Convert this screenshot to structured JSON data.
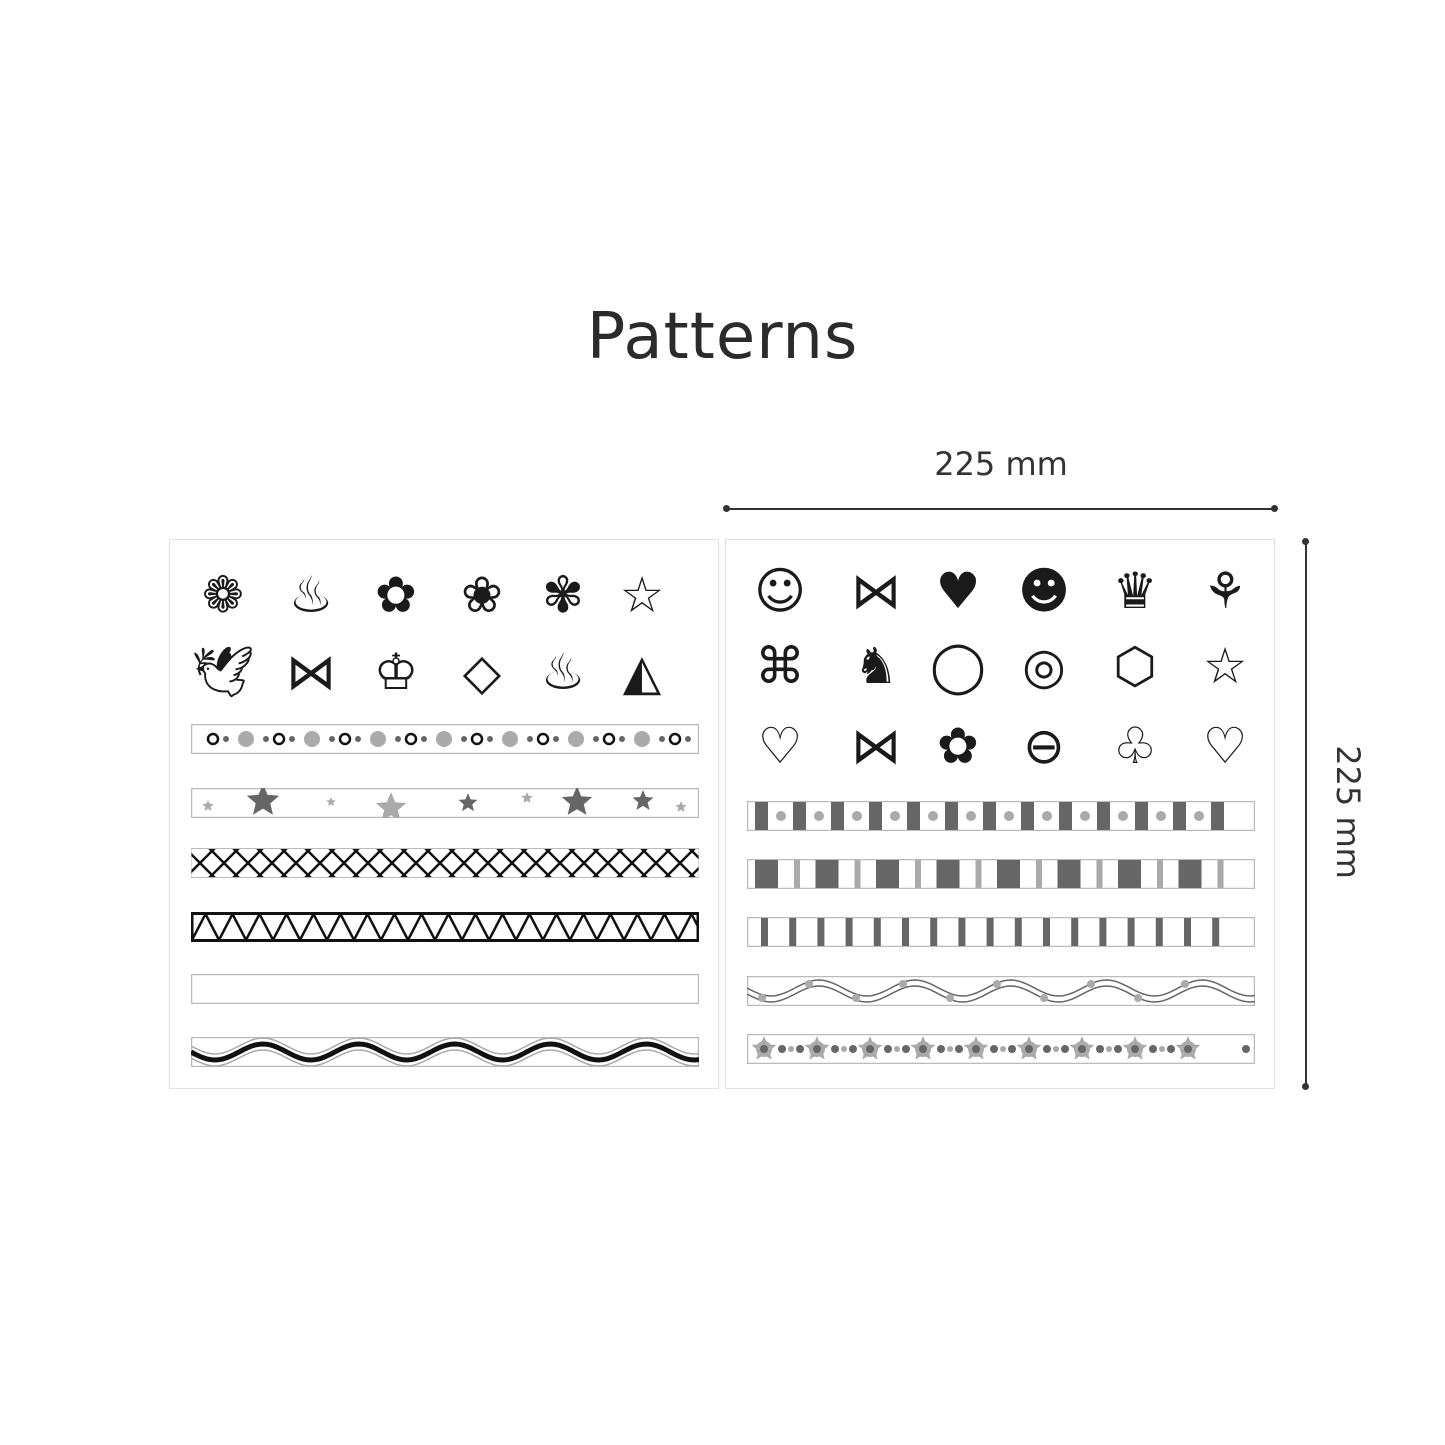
{
  "title": "Patterns",
  "dimensions": {
    "width_label": "225 mm",
    "height_label": "225 mm"
  },
  "left_sheet": {
    "icon_rows": [
      [
        "rose-icon",
        "cupcake-icon",
        "flower-icon",
        "rose-bud-icon",
        "daisy-icon",
        "winged-star-icon"
      ],
      [
        "bird-icon",
        "bow-icon",
        "crown-icon",
        "diamond-icon",
        "muffin-icon",
        "cake-slice-icon"
      ]
    ],
    "strips": [
      "dots",
      "stars",
      "crosshatch",
      "triangles",
      "blank",
      "wave-black"
    ]
  },
  "right_sheet": {
    "icon_rows": [
      [
        "cat-icon",
        "candy-icon",
        "strawberry-icon",
        "bear-icon",
        "parfait-icon",
        "tulip-icon"
      ],
      [
        "butterfly-closed-icon",
        "rabbit-icon",
        "apple-icon",
        "donut-icon",
        "gem-icon",
        "shooting-star-icon"
      ],
      [
        "hearts-icon",
        "butterfly-icon",
        "flower-icon",
        "ufo-icon",
        "clover-icon",
        "heart-icon"
      ]
    ],
    "strips": [
      "bars-dots",
      "blocks",
      "thin-bars",
      "wave-gray",
      "gears"
    ]
  },
  "colors": {
    "dark": "#111111",
    "gray": "#666666",
    "light": "#aaaaaa",
    "border": "#bbbbbb"
  }
}
